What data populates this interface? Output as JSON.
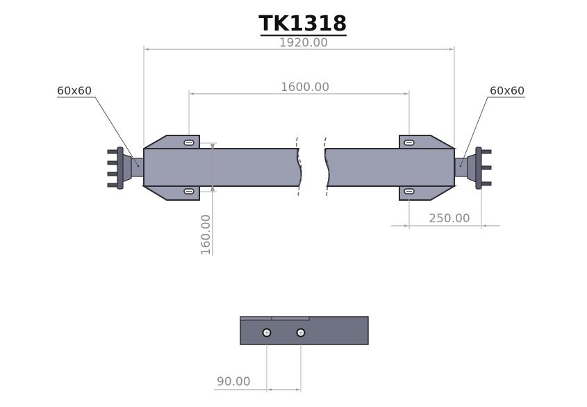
{
  "drawing": {
    "title": "TK1318",
    "colors": {
      "steel": "#9c9fb2",
      "steel_side": "#6f7282",
      "outline": "#2a2a30",
      "dimension": "#9a9a9a",
      "title": "#111111"
    }
  },
  "dimensions": {
    "overall_length": "1920.00",
    "bracket_spacing": "1600.00",
    "beam_height": "160.00",
    "bracket_to_hub": "250.00",
    "hole_spacing": "90.00"
  },
  "callouts": {
    "left_spindle": "60x60",
    "right_spindle": "60x60"
  },
  "views": {
    "front": "axle-front-view",
    "side": "axle-side-detail-view"
  }
}
